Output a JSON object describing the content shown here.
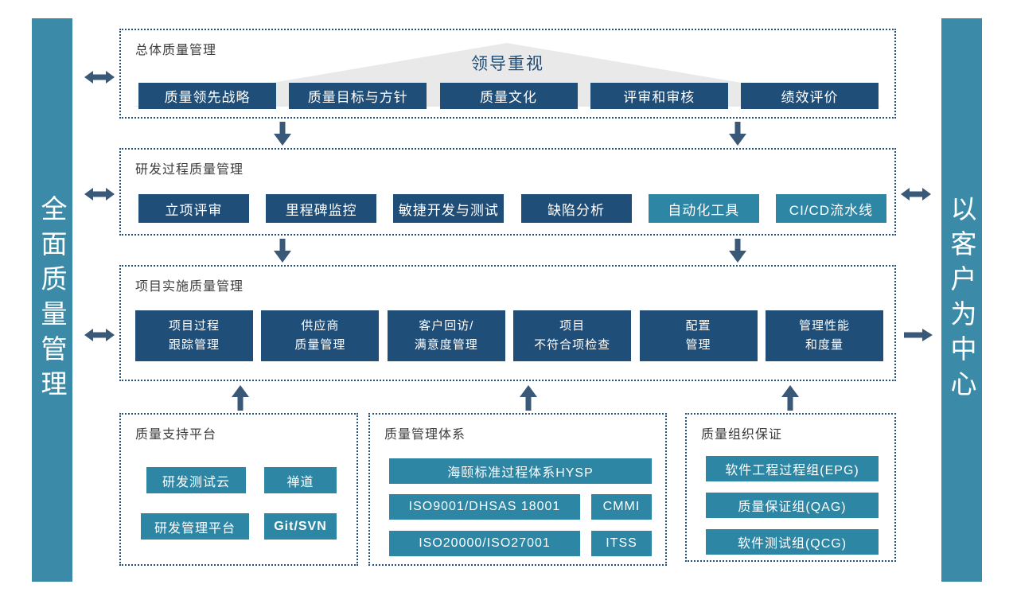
{
  "left_bar": {
    "text": "全面质量管理"
  },
  "right_bar": {
    "text": "以客户为中心"
  },
  "overall": {
    "title": "总体质量管理",
    "banner": "领导重视",
    "items": [
      "质量领先战略",
      "质量目标与方针",
      "质量文化",
      "评审和审核",
      "绩效评价"
    ]
  },
  "rd": {
    "title": "研发过程质量管理",
    "items": [
      {
        "label": "立项评审",
        "variant": "dark"
      },
      {
        "label": "里程碑监控",
        "variant": "dark"
      },
      {
        "label": "敏捷开发与测试",
        "variant": "dark"
      },
      {
        "label": "缺陷分析",
        "variant": "dark"
      },
      {
        "label": "自动化工具",
        "variant": "teal"
      },
      {
        "label": "CI/CD流水线",
        "variant": "teal"
      }
    ]
  },
  "impl": {
    "title": "项目实施质量管理",
    "items": [
      {
        "line1": "项目过程",
        "line2": "跟踪管理"
      },
      {
        "line1": "供应商",
        "line2": "质量管理"
      },
      {
        "line1": "客户回访/",
        "line2": "满意度管理"
      },
      {
        "line1": "项目",
        "line2": "不符合项检查"
      },
      {
        "line1": "配置",
        "line2": "管理"
      },
      {
        "line1": "管理性能",
        "line2": "和度量"
      }
    ]
  },
  "support": {
    "title": "质量支持平台",
    "items": [
      "研发测试云",
      "禅道",
      "研发管理平台",
      "Git/SVN"
    ]
  },
  "qms": {
    "title": "质量管理体系",
    "wide": "海颐标准过程体系HYSP",
    "rows": [
      [
        "ISO9001/DHSAS 18001",
        "CMMI"
      ],
      [
        "ISO20000/ISO27001",
        "ITSS"
      ]
    ]
  },
  "org": {
    "title": "质量组织保证",
    "items": [
      "软件工程过程组(EPG)",
      "质量保证组(QAG)",
      "软件测试组(QCG)"
    ]
  },
  "colors": {
    "dark_blue": "#1F4E79",
    "teal_button": "#2E86A5",
    "sidebar_teal": "#3B8BA8",
    "arrow_slate": "#3A5878",
    "dotted_border_navy": "#24527D",
    "banner_text_blue": "#1F4E79",
    "triangle_gray": "#E9E9E9"
  }
}
